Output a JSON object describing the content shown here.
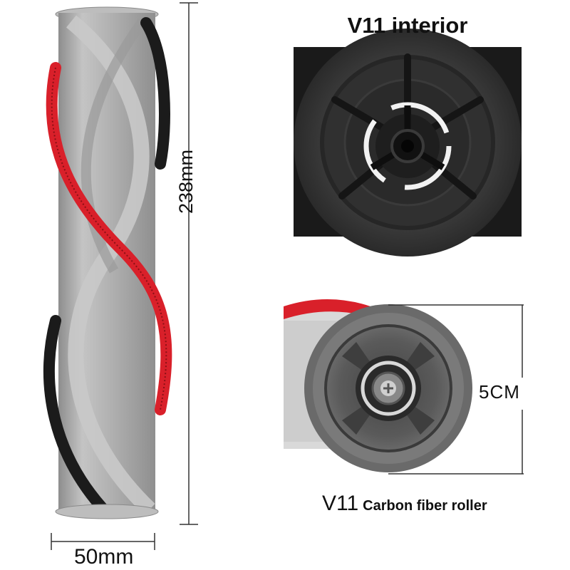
{
  "roller": {
    "length_label": "238mm",
    "width_label": "50mm",
    "colors": {
      "tube": "#a9a9a9",
      "bristle_red": "#d9202a",
      "bristle_black": "#1b1b1b"
    }
  },
  "interior": {
    "title": "V11 interior"
  },
  "end_cap": {
    "diameter_label": "5CM",
    "caption_model": "V11",
    "caption_text": "Carbon fiber roller"
  }
}
